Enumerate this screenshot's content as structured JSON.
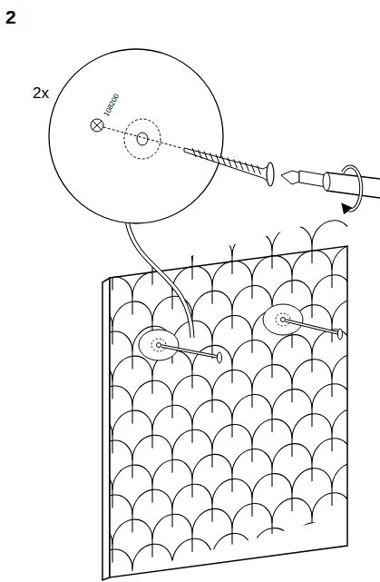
{
  "diagram": {
    "labels": [
      "2",
      "2x",
      "108200"
    ]
  }
}
